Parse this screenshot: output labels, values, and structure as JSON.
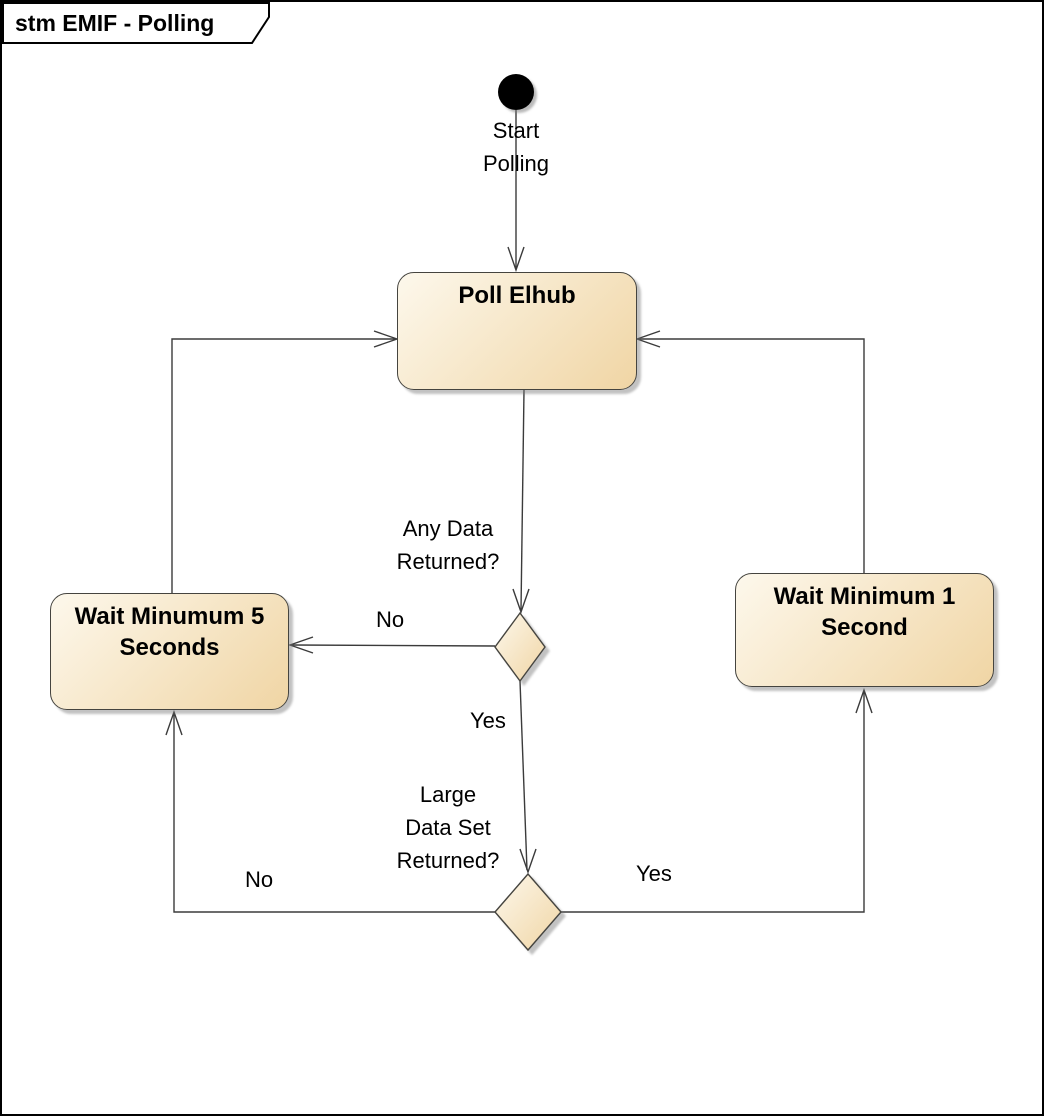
{
  "frame": {
    "kind": "stm",
    "title": "stm EMIF - Polling"
  },
  "colors": {
    "node_fill_light": "#fdf8ec",
    "node_fill_dark": "#f0d5a4",
    "node_border": "#45443f",
    "edge_line": "#3b3b3b",
    "start_fill": "#000000"
  },
  "nodes": {
    "start": {
      "type": "initial-state",
      "label_lines": [
        "Start",
        "Polling"
      ]
    },
    "poll_elhub": {
      "type": "state",
      "label": "Poll Elhub"
    },
    "wait_min_5": {
      "type": "state",
      "label_lines": [
        "Wait Minumum 5",
        "Seconds"
      ]
    },
    "wait_min_1": {
      "type": "state",
      "label_lines": [
        "Wait Minimum 1",
        "Second"
      ]
    },
    "decision_any_data": {
      "type": "decision",
      "label_lines": [
        "Any Data",
        "Returned?"
      ]
    },
    "decision_large_data": {
      "type": "decision",
      "label_lines": [
        "Large",
        "Data Set",
        "Returned?"
      ]
    }
  },
  "edge_labels": {
    "any_data_no": "No",
    "any_data_yes": "Yes",
    "large_data_no": "No",
    "large_data_yes": "Yes"
  }
}
